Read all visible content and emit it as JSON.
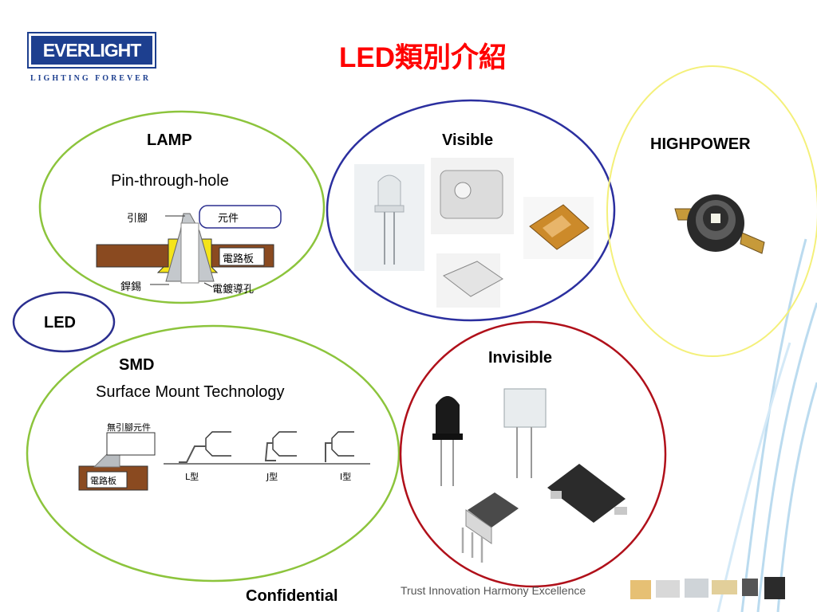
{
  "logo": {
    "brand": "EVERLIGHT",
    "tagline": "LIGHTING FOREVER"
  },
  "title": "LED類別介紹",
  "lamp": {
    "heading": "LAMP",
    "subtitle": "Pin-through-hole",
    "diagram": {
      "lead_label": "引腳",
      "component_label": "元件",
      "pcb_label": "電路板",
      "solder_label": "銲錫",
      "plated_hole_label": "電鍍導孔"
    }
  },
  "led_label": "LED",
  "smd": {
    "heading": "SMD",
    "subtitle": "Surface Mount Technology",
    "diagram": {
      "leadless_label": "無引腳元件",
      "pcb_label": "電路板",
      "types": [
        "L型",
        "J型",
        "I型"
      ]
    }
  },
  "visible": {
    "heading": "Visible"
  },
  "invisible": {
    "heading": "Invisible"
  },
  "highpower": {
    "heading": "HIGHPOWER"
  },
  "footer": {
    "confidential": "Confidential",
    "slogan": "Trust Innovation Harmony Excellence"
  },
  "colors": {
    "title": "#ff0000",
    "lamp_circle": "#8cc43c",
    "led_circle": "#2b2f8f",
    "visible_circle": "#2b2f9f",
    "invisible_circle": "#b0101a",
    "highpower_circle": "#f4f07a",
    "pcb": "#8a4a20",
    "solder": "#f4e41a",
    "brand": "#1d3f8f"
  }
}
